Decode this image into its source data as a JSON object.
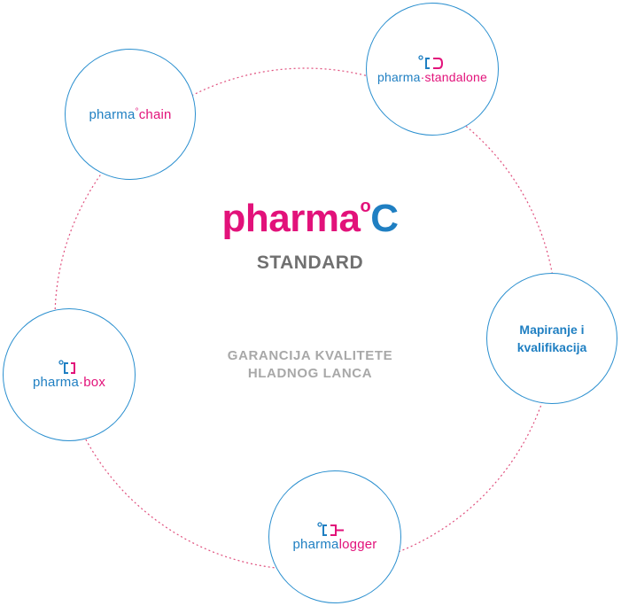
{
  "center": {
    "logo_pharma": "pharma",
    "logo_degree": "o",
    "logo_c": "C",
    "standard": "STANDARD",
    "tagline_line1": "GARANCIJA KVALITETE",
    "tagline_line2": "HLADNOG LANCA"
  },
  "nodes": {
    "chain": {
      "part1": "pharma",
      "degree": "°",
      "part2": "chain"
    },
    "standalone": {
      "part1": "pharma",
      "dot": "·",
      "part2": "standalone"
    },
    "mapiranje": {
      "line1": "Mapiranje i",
      "line2": "kvalifikacija"
    },
    "box": {
      "part1": "pharma",
      "dot": "·",
      "part2": "box"
    },
    "logger": {
      "part1": "pharma",
      "part2": "logger"
    }
  },
  "colors": {
    "blue": "#1f7fc2",
    "pink": "#e2127a",
    "ring": "#2a8fcf",
    "dotted": "#e0507e",
    "gray": "#707070"
  }
}
